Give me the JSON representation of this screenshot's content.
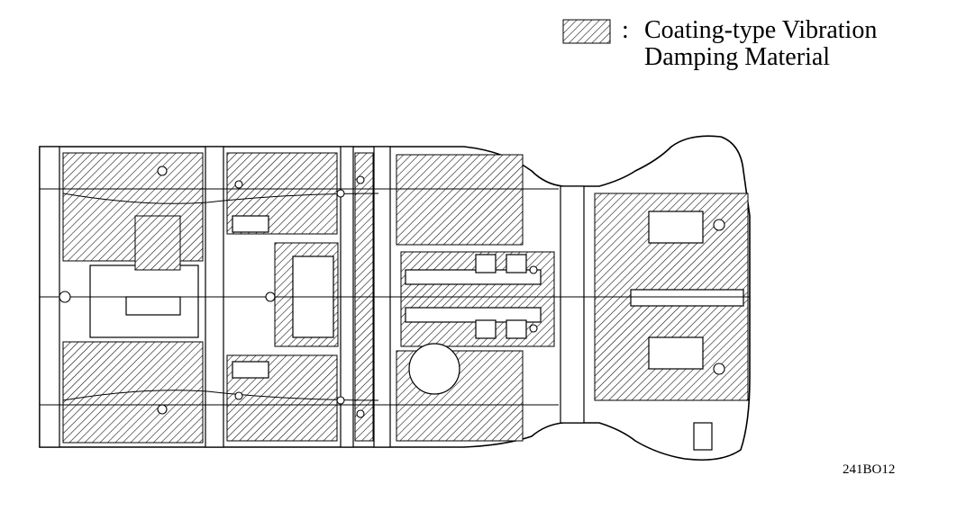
{
  "legend": {
    "separator": ":",
    "line1": "Coating-type Vibration",
    "line2": "Damping Material"
  },
  "figure_code": "241BO12"
}
